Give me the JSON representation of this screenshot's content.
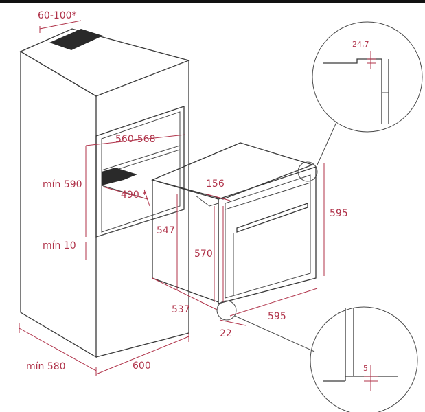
{
  "dimensions": {
    "vent": "60-100*",
    "niche_width": "560-568",
    "min_height": "mín 590",
    "shelf_depth": "490 *",
    "min_gap": "mín 10",
    "min_depth": "mín 580",
    "cabinet_width": "600",
    "oven_top": "156",
    "oven_body_height": "547",
    "oven_front_height": "570",
    "oven_height": "595",
    "oven_depth": "537",
    "oven_width": "595",
    "front_offset": "22",
    "detail_top": "24,7",
    "detail_bottom": "5"
  },
  "colors": {
    "dimension": "#b0334a",
    "outline": "#3a3a3a"
  }
}
